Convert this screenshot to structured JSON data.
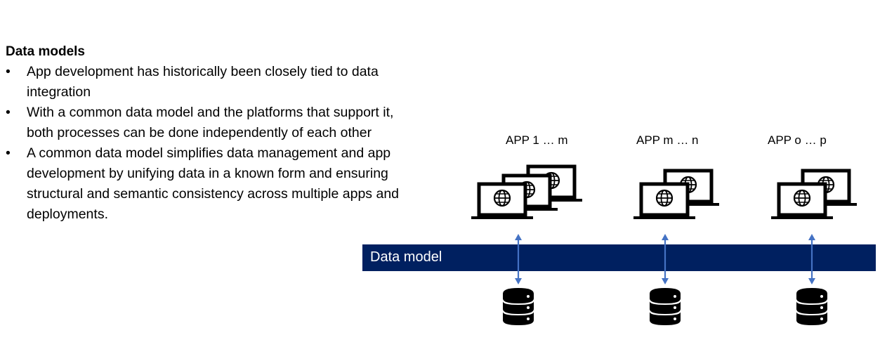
{
  "heading": "Data models",
  "bullets": [
    "App development has historically been closely tied to data integration",
    "With a common data model and the platforms that support it, both processes can be done independently of each other",
    "A common data model simplifies data management and app development by unifying data in a known form and ensuring structural and semantic consistency across multiple apps and deployments."
  ],
  "bar_label": "Data model",
  "app_groups": [
    {
      "label": "APP 1 … m",
      "laptop_count": 3,
      "icon": "laptop-globe-icon"
    },
    {
      "label": "APP m … n",
      "laptop_count": 2,
      "icon": "laptop-globe-icon"
    },
    {
      "label": "APP o … p",
      "laptop_count": 2,
      "icon": "laptop-globe-icon"
    }
  ],
  "database_icon": "database-icon",
  "connector_icon": "bidirectional-arrow-icon",
  "colors": {
    "bar": "#002060",
    "bar_text": "#ffffff",
    "arrow": "#4472c4",
    "icon": "#000000"
  }
}
